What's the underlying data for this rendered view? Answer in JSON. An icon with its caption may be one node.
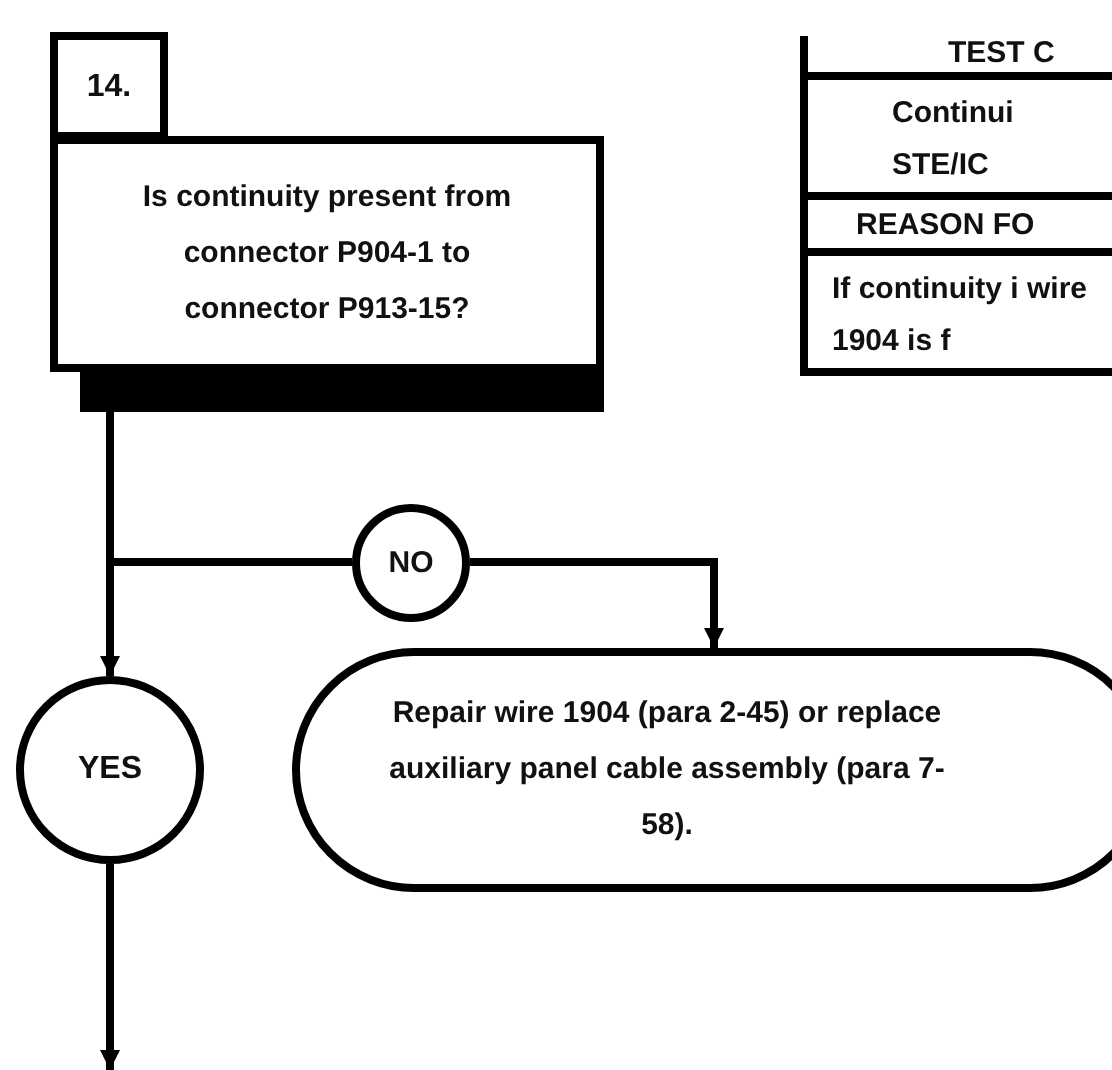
{
  "diagram": {
    "nodes": [
      {
        "text": [
          "14."
        ]
      },
      {
        "text": [
          "Is continuity present from connector P904-1 to connector P913-15?"
        ]
      },
      {
        "text": [
          "NO"
        ]
      },
      {
        "text": [
          "YES"
        ]
      },
      {
        "text": [
          "Repair wire 1904 (para 2-45) or replace auxiliary panel cable assembly (para 7-58)."
        ]
      }
    ],
    "edges": [
      {
        "from": 1,
        "to": 3,
        "arrow": "to"
      },
      {
        "from": 1,
        "to": 2,
        "arrow": "none"
      },
      {
        "from": 2,
        "to": 4,
        "arrow": "to"
      },
      {
        "from": 3,
        "to": null,
        "arrow": "to"
      }
    ],
    "labels": [
      "TEST C",
      "Continui STE/IC",
      "REASON FO",
      "If continuity i wire 1904 is f"
    ]
  }
}
